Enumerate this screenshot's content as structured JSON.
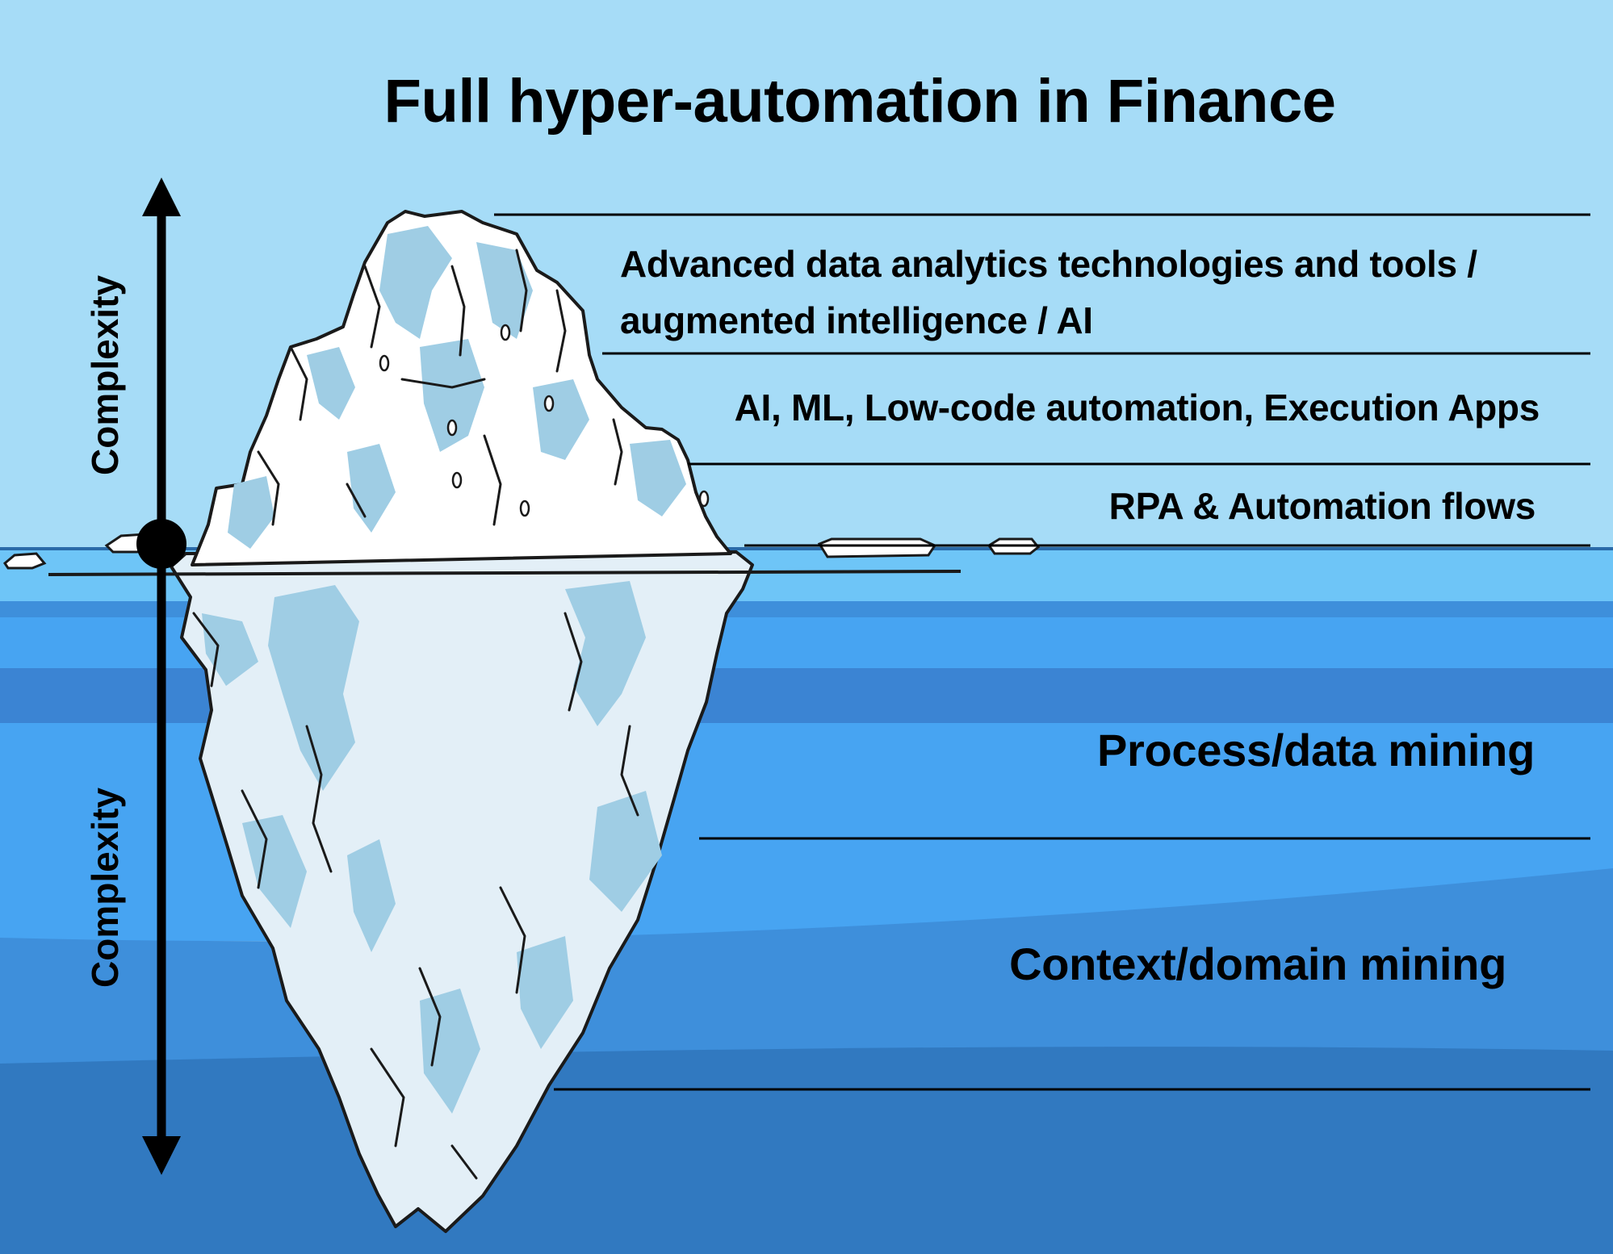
{
  "title": "Full hyper-automation in Finance",
  "axis": {
    "upper_label": "Complexity",
    "lower_label": "Complexity"
  },
  "layers": [
    {
      "label": "Advanced data analytics technologies and tools / augmented intelligence / AI",
      "zone": "above-water"
    },
    {
      "label": "AI, ML, Low-code automation, Execution Apps",
      "zone": "above-water"
    },
    {
      "label": "RPA & Automation flows",
      "zone": "above-water"
    },
    {
      "label": "Process/data mining",
      "zone": "below-water"
    },
    {
      "label": "Context/domain mining",
      "zone": "below-water"
    }
  ],
  "colors": {
    "sky": "#a6dcf7",
    "water_light": "#6ec5f7",
    "water_mid": "#47a4f2",
    "water_deep": "#3179c0",
    "ice_light": "#ffffff",
    "ice_shade": "#9fcde4",
    "ice_under": "#e3eff7"
  }
}
